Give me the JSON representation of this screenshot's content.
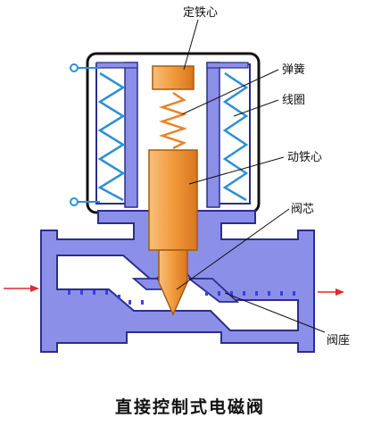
{
  "colors": {
    "body": "#8b8fe8",
    "body_stroke": "#2a2e8a",
    "coil": "#2e8fd6",
    "core": "#f19a3c",
    "core_stroke": "#a65a10",
    "spring": "#e8832a",
    "flow_arrow": "#e8262a",
    "flow_dot": "#3a3ee0",
    "terminal": "#2e8fd6"
  },
  "labels": {
    "fixed_core": "定铁心",
    "spring": "弹簧",
    "coil": "线圈",
    "moving_core": "动铁心",
    "valve_core": "阀芯",
    "valve_seat": "阀座"
  },
  "caption": "直接控制式电磁阀"
}
